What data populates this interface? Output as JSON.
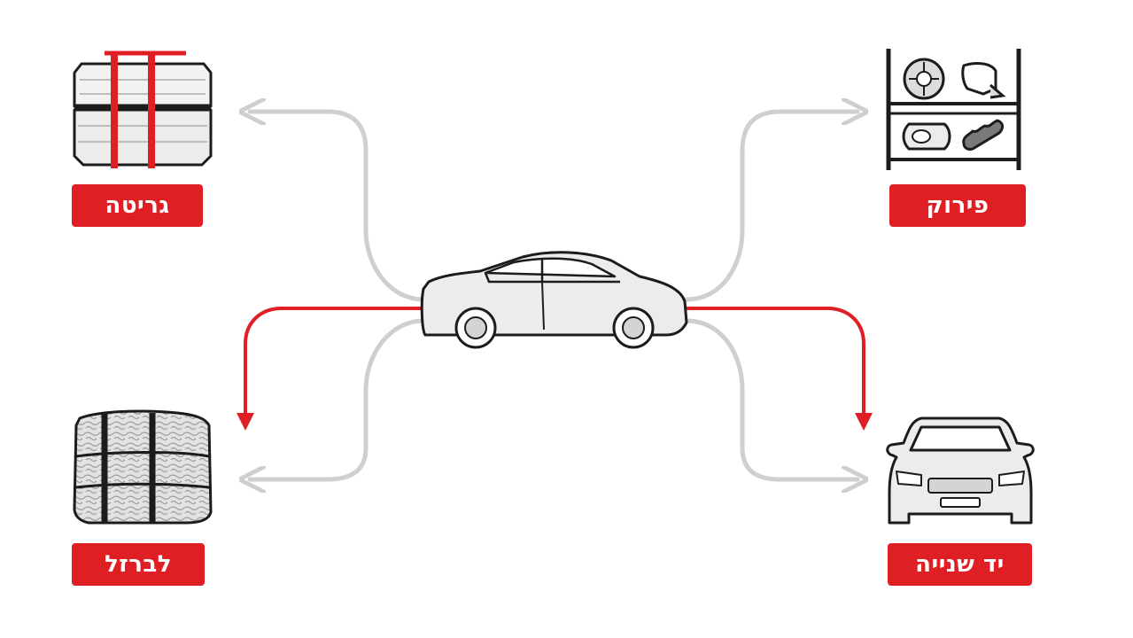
{
  "labels": {
    "scrap": "גריטה",
    "dismantle": "פירוק",
    "iron": "לברזל",
    "second_hand": "יד שנייה"
  },
  "colors": {
    "accent": "#e01f25",
    "arrow_inactive": "#cfcfcf",
    "outline": "#1c1c1c",
    "fill": "#ececec"
  },
  "highlighted_paths": [
    "iron",
    "second_hand"
  ],
  "icons": {
    "center": "sedan-car-icon",
    "scrap": "strapped-bale-icon",
    "dismantle": "parts-shelf-icon",
    "iron": "crushed-metal-bale-icon",
    "second_hand": "car-front-icon"
  }
}
